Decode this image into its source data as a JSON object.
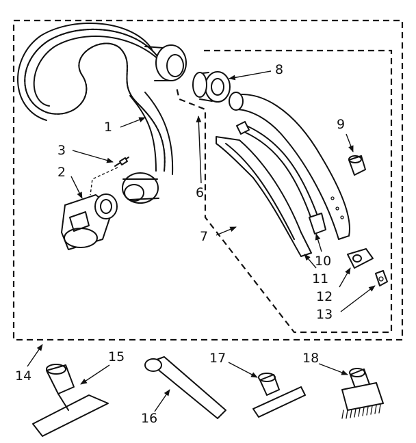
{
  "callouts": {
    "c1": "1",
    "c2": "2",
    "c3": "3",
    "c6": "6",
    "c7": "7",
    "c8": "8",
    "c9": "9",
    "c10": "10",
    "c11": "11",
    "c12": "12",
    "c13": "13",
    "c14": "14",
    "c15": "15",
    "c16": "16",
    "c17": "17",
    "c18": "18"
  }
}
